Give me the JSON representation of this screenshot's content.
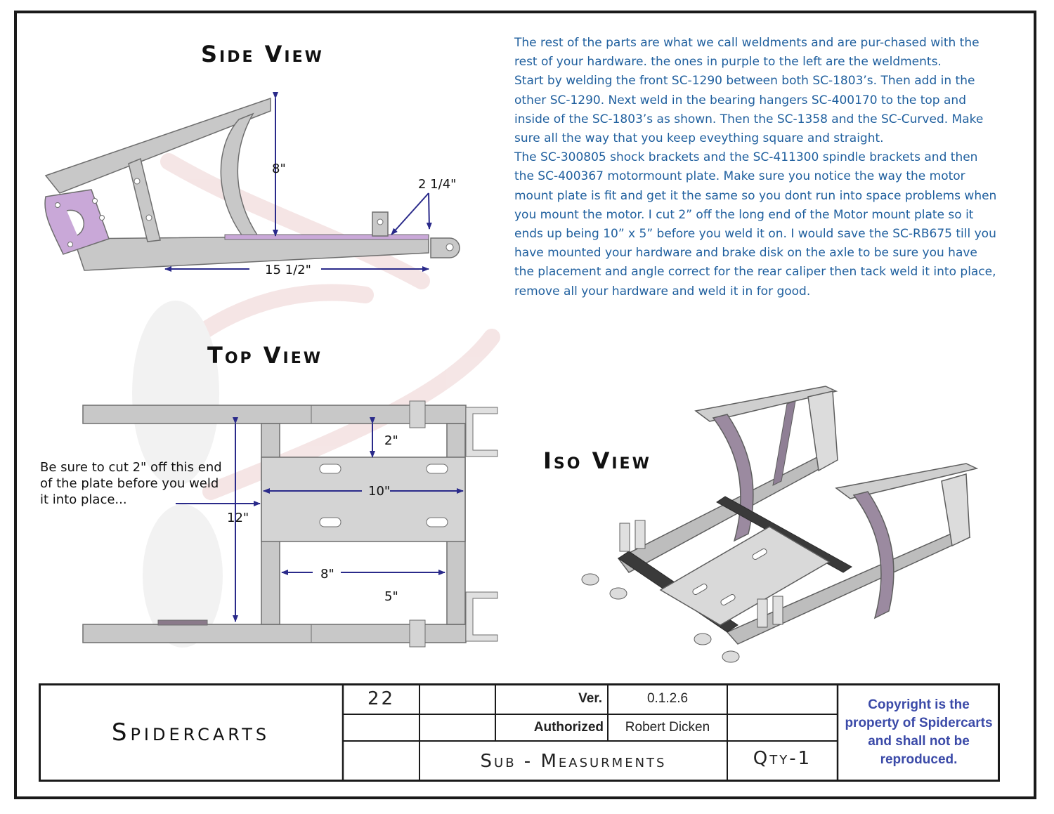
{
  "views": {
    "side": "Side View",
    "top": "Top View",
    "iso": "Iso View"
  },
  "instructions": [
    "The rest of the parts are what we call weldments and are pur-chased with the rest of your hardware.  the ones in purple to the left are the weldments.",
    "Start by welding the front SC-1290 between both SC-1803’s. Then add in the other SC-1290.  Next weld in the bearing hangers SC-400170 to the top and inside of the SC-1803’s as shown.  Then the SC-1358 and the SC-Curved.  Make sure all the way that you keep eveything square and straight.",
    "The  SC-300805 shock brackets and the SC-411300 spindle brackets and then the SC-400367 motormount plate.  Make sure you notice the way the motor mount plate is fit and get it the same so you dont run into space problems when you mount the motor.  I cut 2” off the long end of the Motor mount plate so it ends up being 10” x 5” before you weld it on. I would save the SC-RB675 till you have mounted your hardware and brake disk on the axle to be sure you have the placement and angle correct for the rear caliper then tack weld it into place, remove all your hardware and weld it in for good."
  ],
  "side_dims": {
    "height": "8\"",
    "tab": "2 1/4\"",
    "length": "15 1/2\""
  },
  "top_dims": {
    "gap": "2\"",
    "plate_length": "10\"",
    "width": "12\"",
    "inner": "8\"",
    "plate_width": "5\""
  },
  "note": "Be sure to cut 2\" off this end of the plate before you weld it into place...",
  "title_block": {
    "company": "Spidercarts",
    "sheet": "22",
    "ver_label": "Ver.",
    "ver_value": "0.1.2.6",
    "auth_label": "Authorized",
    "auth_value": "Robert Dicken",
    "drawing_title": "Sub - Measurments",
    "qty": "Qty-1",
    "copyright": "Copyright is the property of Spidercarts and shall not be reproduced."
  },
  "colors": {
    "frame": "#c8c8c8",
    "frame_stroke": "#6e6e6e",
    "weldment": "#c9a8d8",
    "dimension": "#2a2a8a",
    "text_blue": "#1f5f9e",
    "copyright": "#3b4aa8"
  }
}
